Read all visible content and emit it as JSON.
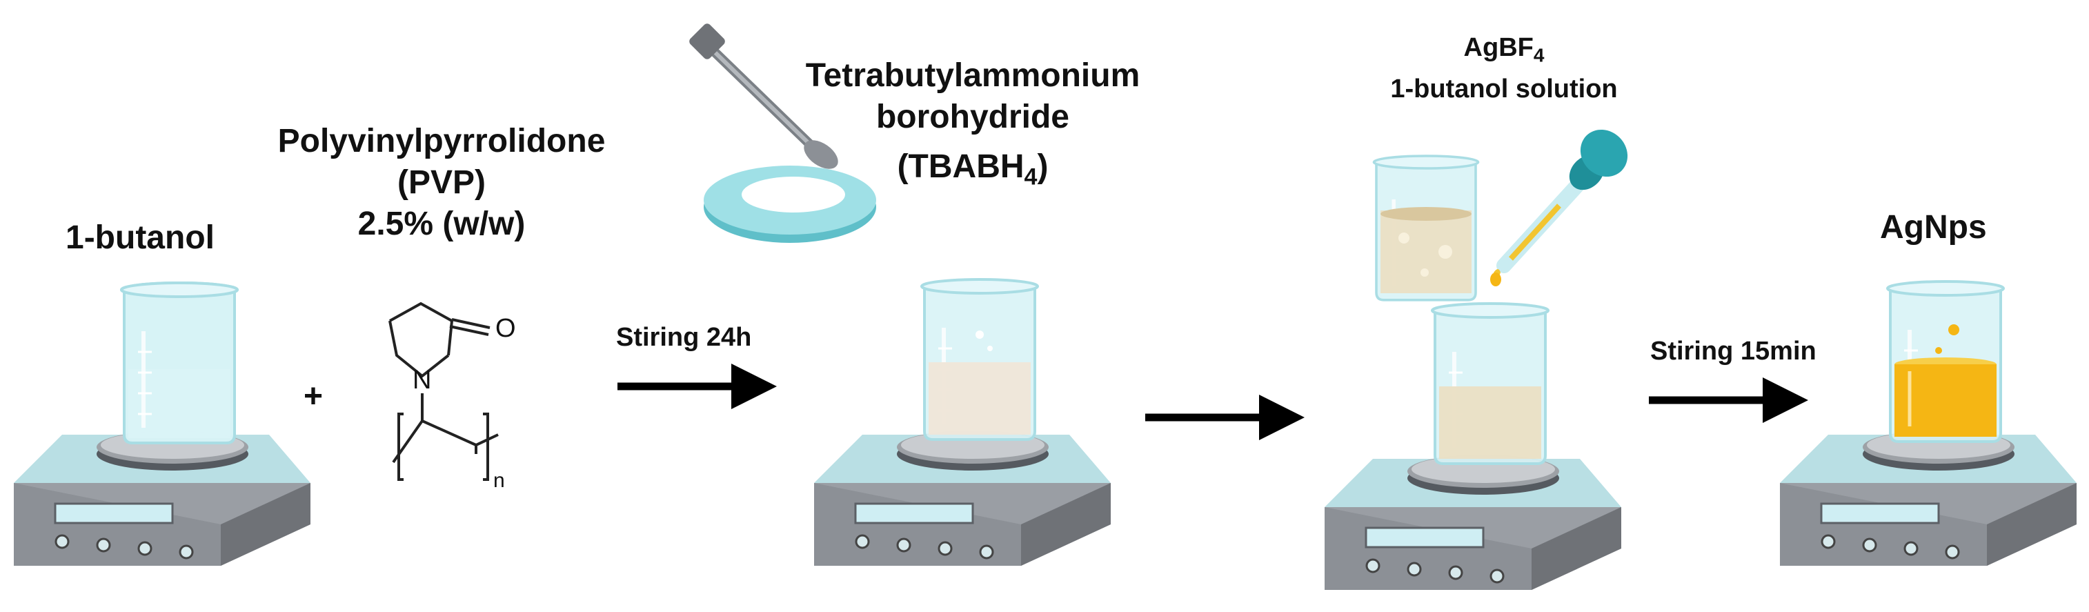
{
  "labels": {
    "butanol": "1-butanol",
    "plus": "+",
    "pvp_line1": "Polyvinylpyrrolidone",
    "pvp_line2": "(PVP)",
    "pvp_line3": "2.5% (w/w)",
    "pvp_o": "O",
    "pvp_n": "N",
    "pvp_sub": "n",
    "tbabh_line1": "Tetrabutylammonium",
    "tbabh_line2": "borohydride",
    "tbabh_line3_main": "(TBABH",
    "tbabh_line3_sub": "4",
    "tbabh_line3_end": ")",
    "agbf_main": "AgBF",
    "agbf_sub": "4",
    "agbf_line2": "1-butanol solution",
    "step1": "Stiring 24h",
    "step3": "Stiring 15min",
    "product": "AgNps"
  },
  "colors": {
    "glass": "#d6f2f6",
    "glass_edge": "#a9dde4",
    "stirrer_top": "#bfe3e8",
    "stirrer_side": "#6f7277",
    "stirrer_front": "#8c9096",
    "display": "#cfeef3",
    "liquid_clear": "#f4fbfc",
    "liquid_tbabh": "#efe6d8",
    "liquid_agbf": "#eadfc4",
    "liquid_agnp": "#f5b614",
    "dropper_bulb": "#2aa5b0",
    "powder_dish": "#9fe0e6"
  }
}
